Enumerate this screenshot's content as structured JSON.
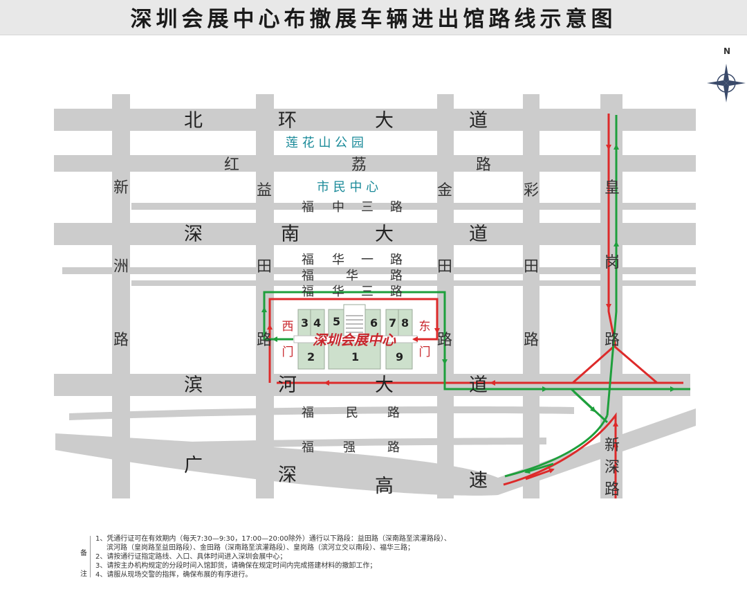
{
  "title": "深圳会展中心布撤展车辆进出馆路线示意图",
  "compass": {
    "north_label": "N",
    "icon": "compass-rose-icon"
  },
  "colors": {
    "road": "#cccccc",
    "entry_route": "#dd2a2a",
    "exit_route": "#1e9f3c",
    "hall": "#cde0cc",
    "park_text": "#1a8a99"
  },
  "roads": {
    "beihuan": [
      "北",
      "环",
      "大",
      "道"
    ],
    "shennan": [
      "深",
      "南",
      "大",
      "道"
    ],
    "binhe": [
      "滨",
      "河",
      "大",
      "道"
    ],
    "guangshen": [
      "广",
      "深",
      "高",
      "速"
    ],
    "hongli": [
      "红",
      "荔",
      "路"
    ],
    "xinzhou": [
      "新",
      "洲",
      "路"
    ],
    "yitian": [
      "益",
      "田",
      "路"
    ],
    "jintian": [
      "金",
      "田",
      "路"
    ],
    "caitian": [
      "彩",
      "田",
      "路"
    ],
    "huanggang": [
      "皇",
      "岗",
      "路"
    ],
    "xinshen": [
      "新",
      "深",
      "路"
    ]
  },
  "streets": {
    "fuzhongsan": [
      "福",
      "中",
      "三",
      "路"
    ],
    "fuhuayi": [
      "福",
      "华",
      "一",
      "路"
    ],
    "fuhua": [
      "福",
      "华",
      "路"
    ],
    "fuhuasan": [
      "福",
      "华",
      "三",
      "路"
    ],
    "fumin": [
      "福",
      "民",
      "路"
    ],
    "fuqiang": [
      "福",
      "强",
      "路"
    ]
  },
  "landmarks": {
    "park": "莲 花 山 公 园",
    "civic": "市 民 中 心"
  },
  "center": {
    "name": "深圳会展中心",
    "west_gate": [
      "西",
      "门"
    ],
    "east_gate": [
      "东",
      "门"
    ],
    "halls": [
      "3",
      "4",
      "5",
      "6",
      "7",
      "8",
      "2",
      "1",
      "9"
    ]
  },
  "notes": {
    "mark": [
      "备",
      "注"
    ],
    "lines": [
      "1、凭通行证可在有效期内（每天7:30—9:30，17:00—20:00除外）通行以下路段：益田路（深南路至滨灌路段）、",
      "滨河路（皇岗路至益田路段）、金田路（深南路至滨灌路段）、皇岗路（滨河立交以南段）、福华三路；",
      "2、请按通行证指定路线、入口、具体时间进入深圳会展中心；",
      "3、请按主办机构规定的分段时间入馆卸货，请确保在规定时间内完成搭建材料的撤卸工作；",
      "4、请服从现场交警的指挥，确保布展的有序进行。"
    ]
  }
}
